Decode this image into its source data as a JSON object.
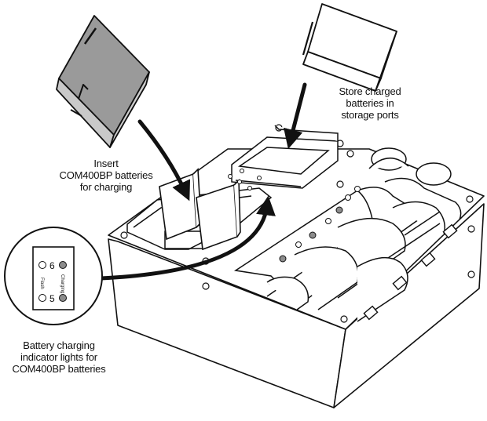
{
  "labels": {
    "store": "Store charged\nbatteries in\nstorage ports",
    "insert": "Insert\nCOM400BP batteries\nfor charging",
    "lights": "Battery charging\nindicator lights for\nCOM400BP batteries"
  },
  "indicator": {
    "top_number": "6",
    "bottom_number": "5",
    "left_label": "Flash",
    "right_label": "Charging"
  },
  "colors": {
    "ink": "#111111",
    "plastic": "#ffffff",
    "battery_gray": "#9a9a9a",
    "led_gray": "#8c8c8c"
  }
}
